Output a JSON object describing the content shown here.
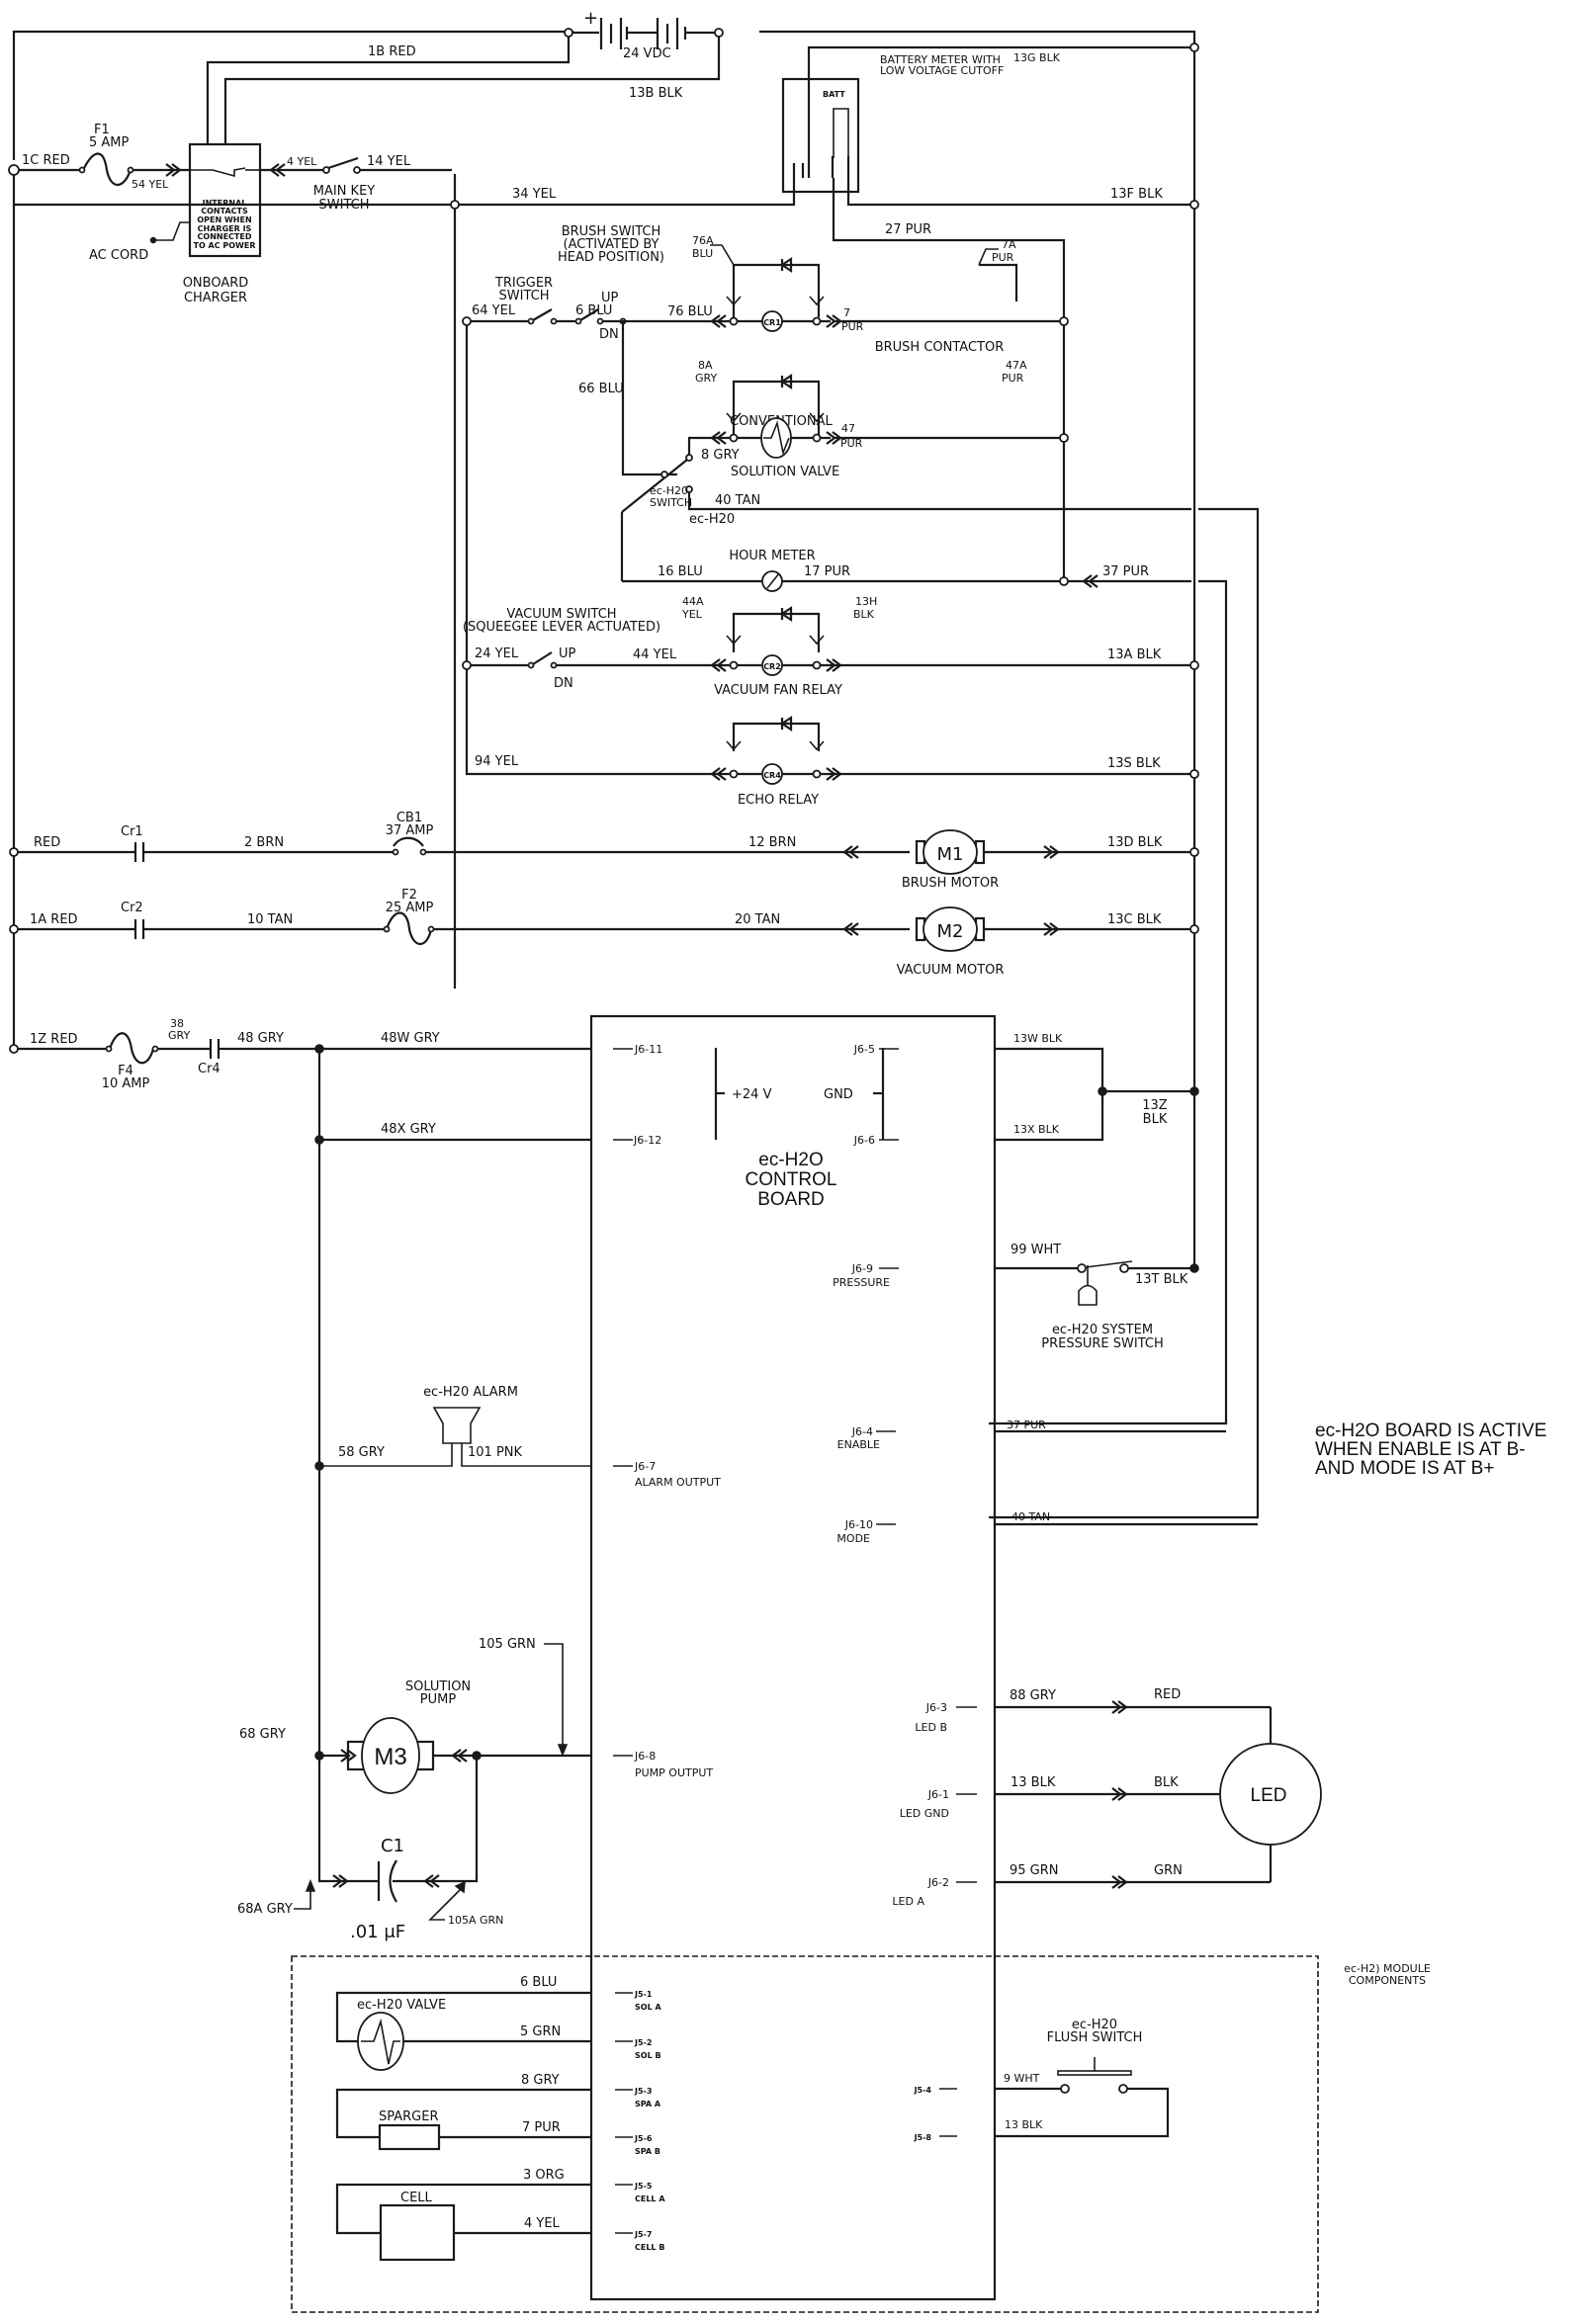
{
  "battery": {
    "polarity": "+",
    "voltage": "24 VDC"
  },
  "top_wires": {
    "w1b": "1B RED",
    "w13b": "13B BLK",
    "w13g": "13G BLK",
    "w13f": "13F BLK",
    "w34": "34 YEL",
    "w27": "27 PUR"
  },
  "battery_meter": {
    "title_1": "BATTERY METER WITH",
    "title_2": "LOW VOLTAGE CUTOFF",
    "batt": "BATT"
  },
  "charger": {
    "w1c": "1C RED",
    "fuse_name": "F1",
    "fuse_rating": "5 AMP",
    "w54": "54 YEL",
    "box_lines": [
      "INTERNAL",
      "CONTACTS",
      "OPEN WHEN",
      "CHARGER IS",
      "CONNECTED",
      "TO AC POWER"
    ],
    "ac_cord": "AC CORD",
    "title_1": "ONBOARD",
    "title_2": "CHARGER"
  },
  "key_switch": {
    "w4": "4 YEL",
    "w14": "14 YEL",
    "title_1": "MAIN KEY",
    "title_2": "SWITCH"
  },
  "brush_circuit": {
    "brush_switch_1": "BRUSH SWITCH",
    "brush_switch_2": "(ACTIVATED BY",
    "brush_switch_3": "HEAD POSITION)",
    "trigger_1": "TRIGGER",
    "trigger_2": "SWITCH",
    "w64": "64 YEL",
    "w6": "6 BLU",
    "up": "UP",
    "dn": "DN",
    "w76": "76 BLU",
    "w76a_1": "76A",
    "w76a_2": "BLU",
    "w7a_1": "7A",
    "w7a_2": "PUR",
    "cr1": "CR1",
    "w7_1": "7",
    "w7_2": "PUR",
    "contactor": "BRUSH CONTACTOR"
  },
  "solution_circuit": {
    "w66": "66 BLU",
    "w8a_1": "8A",
    "w8a_2": "GRY",
    "w47a_1": "47A",
    "w47a_2": "PUR",
    "conventional": "CONVENTIONAL",
    "w8": "8 GRY",
    "w47_1": "47",
    "w47_2": "PUR",
    "valve": "SOLUTION VALVE",
    "ech2o_sw_1": "ec-H20",
    "ech2o_sw_2": "SWITCH",
    "w40": "40 TAN",
    "ech2o": "ec-H20"
  },
  "hour_meter": {
    "title": "HOUR METER",
    "w16": "16 BLU",
    "w17": "17 PUR",
    "w37": "37 PUR"
  },
  "vacuum_circuit": {
    "switch_1": "VACUUM SWITCH",
    "switch_2": "(SQUEEGEE LEVER ACTUATED)",
    "w44a_1": "44A",
    "w44a_2": "YEL",
    "w13h_1": "13H",
    "w13h_2": "BLK",
    "w24": "24 YEL",
    "up": "UP",
    "dn": "DN",
    "w44": "44 YEL",
    "cr2": "CR2",
    "w13a": "13A BLK",
    "relay": "VACUUM FAN RELAY"
  },
  "echo_circuit": {
    "w94": "94 YEL",
    "cr4": "CR4",
    "w13s": "13S BLK",
    "relay": "ECHO RELAY"
  },
  "brush_motor": {
    "w_red": "RED",
    "cr1": "Cr1",
    "w2": "2 BRN",
    "cb_name": "CB1",
    "cb_rating": "37 AMP",
    "w12": "12 BRN",
    "m": "M1",
    "w13d": "13D BLK",
    "title": "BRUSH MOTOR"
  },
  "vacuum_motor": {
    "w1a": "1A RED",
    "cr2": "Cr2",
    "w10": "10 TAN",
    "fuse_name": "F2",
    "fuse_rating": "25 AMP",
    "w20": "20 TAN",
    "m": "M2",
    "w13c": "13C BLK",
    "title": "VACUUM MOTOR"
  },
  "board_feed": {
    "w1z": "1Z RED",
    "fuse_name": "F4",
    "fuse_rating": "10 AMP",
    "w38_1": "38",
    "w38_2": "GRY",
    "cr4": "Cr4",
    "w48": "48 GRY",
    "w48w": "48W GRY",
    "w48x": "48X GRY"
  },
  "control_board": {
    "title_1": "ec-H2O",
    "title_2": "CONTROL",
    "title_3": "BOARD",
    "plus24": "+24 V",
    "gnd": "GND",
    "pins_left": {
      "j6_11": "J6-11",
      "j6_12": "J6-12",
      "j6_7": "J6-7",
      "j6_7_label": "ALARM OUTPUT",
      "j6_8": "J6-8",
      "j6_8_label": "PUMP OUTPUT",
      "j5_1": "J5-1",
      "j5_1_label": "SOL A",
      "j5_2": "J5-2",
      "j5_2_label": "SOL B",
      "j5_3": "J5-3",
      "j5_3_label": "SPA A",
      "j5_6": "J5-6",
      "j5_6_label": "SPA B",
      "j5_5": "J5-5",
      "j5_5_label": "CELL A",
      "j5_7": "J5-7",
      "j5_7_label": "CELL B"
    },
    "pins_right": {
      "j6_5": "J6-5",
      "j6_6": "J6-6",
      "j6_9": "J6-9",
      "j6_9_label": "PRESSURE",
      "j6_4": "J6-4",
      "j6_4_label": "ENABLE",
      "j6_10": "J6-10",
      "j6_10_label": "MODE",
      "j6_3": "J6-3",
      "j6_3_label": "LED B",
      "j6_1": "J6-1",
      "j6_1_label": "LED GND",
      "j6_2": "J6-2",
      "j6_2_label": "LED A",
      "j5_4": "J5-4",
      "j5_8": "J5-8"
    }
  },
  "ground_side": {
    "w13w": "13W BLK",
    "w13x": "13X BLK",
    "w13z_1": "13Z",
    "w13z_2": "BLK",
    "w99": "99 WHT",
    "w13t": "13T BLK",
    "pressure_1": "ec-H20 SYSTEM",
    "pressure_2": "PRESSURE SWITCH",
    "w37": "37 PUR",
    "w40": "40 TAN"
  },
  "note": {
    "line_1": "ec-H2O BOARD IS ACTIVE",
    "line_2": "WHEN ENABLE IS AT B-",
    "line_3": "AND MODE IS AT B+"
  },
  "alarm": {
    "title": "ec-H20 ALARM",
    "w58": "58 GRY",
    "w101": "101 PNK"
  },
  "pump": {
    "w105": "105 GRN",
    "title_1": "SOLUTION",
    "title_2": "PUMP",
    "w68": "68 GRY",
    "m": "M3",
    "c_name": "C1",
    "w68a": "68A GRY",
    "c_value": ".01 μF",
    "w105a": "105A GRN"
  },
  "led": {
    "w88": "88 GRY",
    "red": "RED",
    "w13": "13 BLK",
    "blk": "BLK",
    "w95": "95 GRN",
    "grn": "GRN",
    "label": "LED"
  },
  "module": {
    "title_1": "ec-H2) MODULE",
    "title_2": "COMPONENTS",
    "valve": "ec-H20 VALVE",
    "w6": "6 BLU",
    "w5": "5 GRN",
    "sparger": "SPARGER",
    "w8": "8 GRY",
    "w7": "7 PUR",
    "cell": "CELL",
    "w3": "3 ORG",
    "w4": "4 YEL",
    "flush_1": "ec-H20",
    "flush_2": "FLUSH SWITCH",
    "w9": "9 WHT",
    "w13": "13 BLK"
  }
}
